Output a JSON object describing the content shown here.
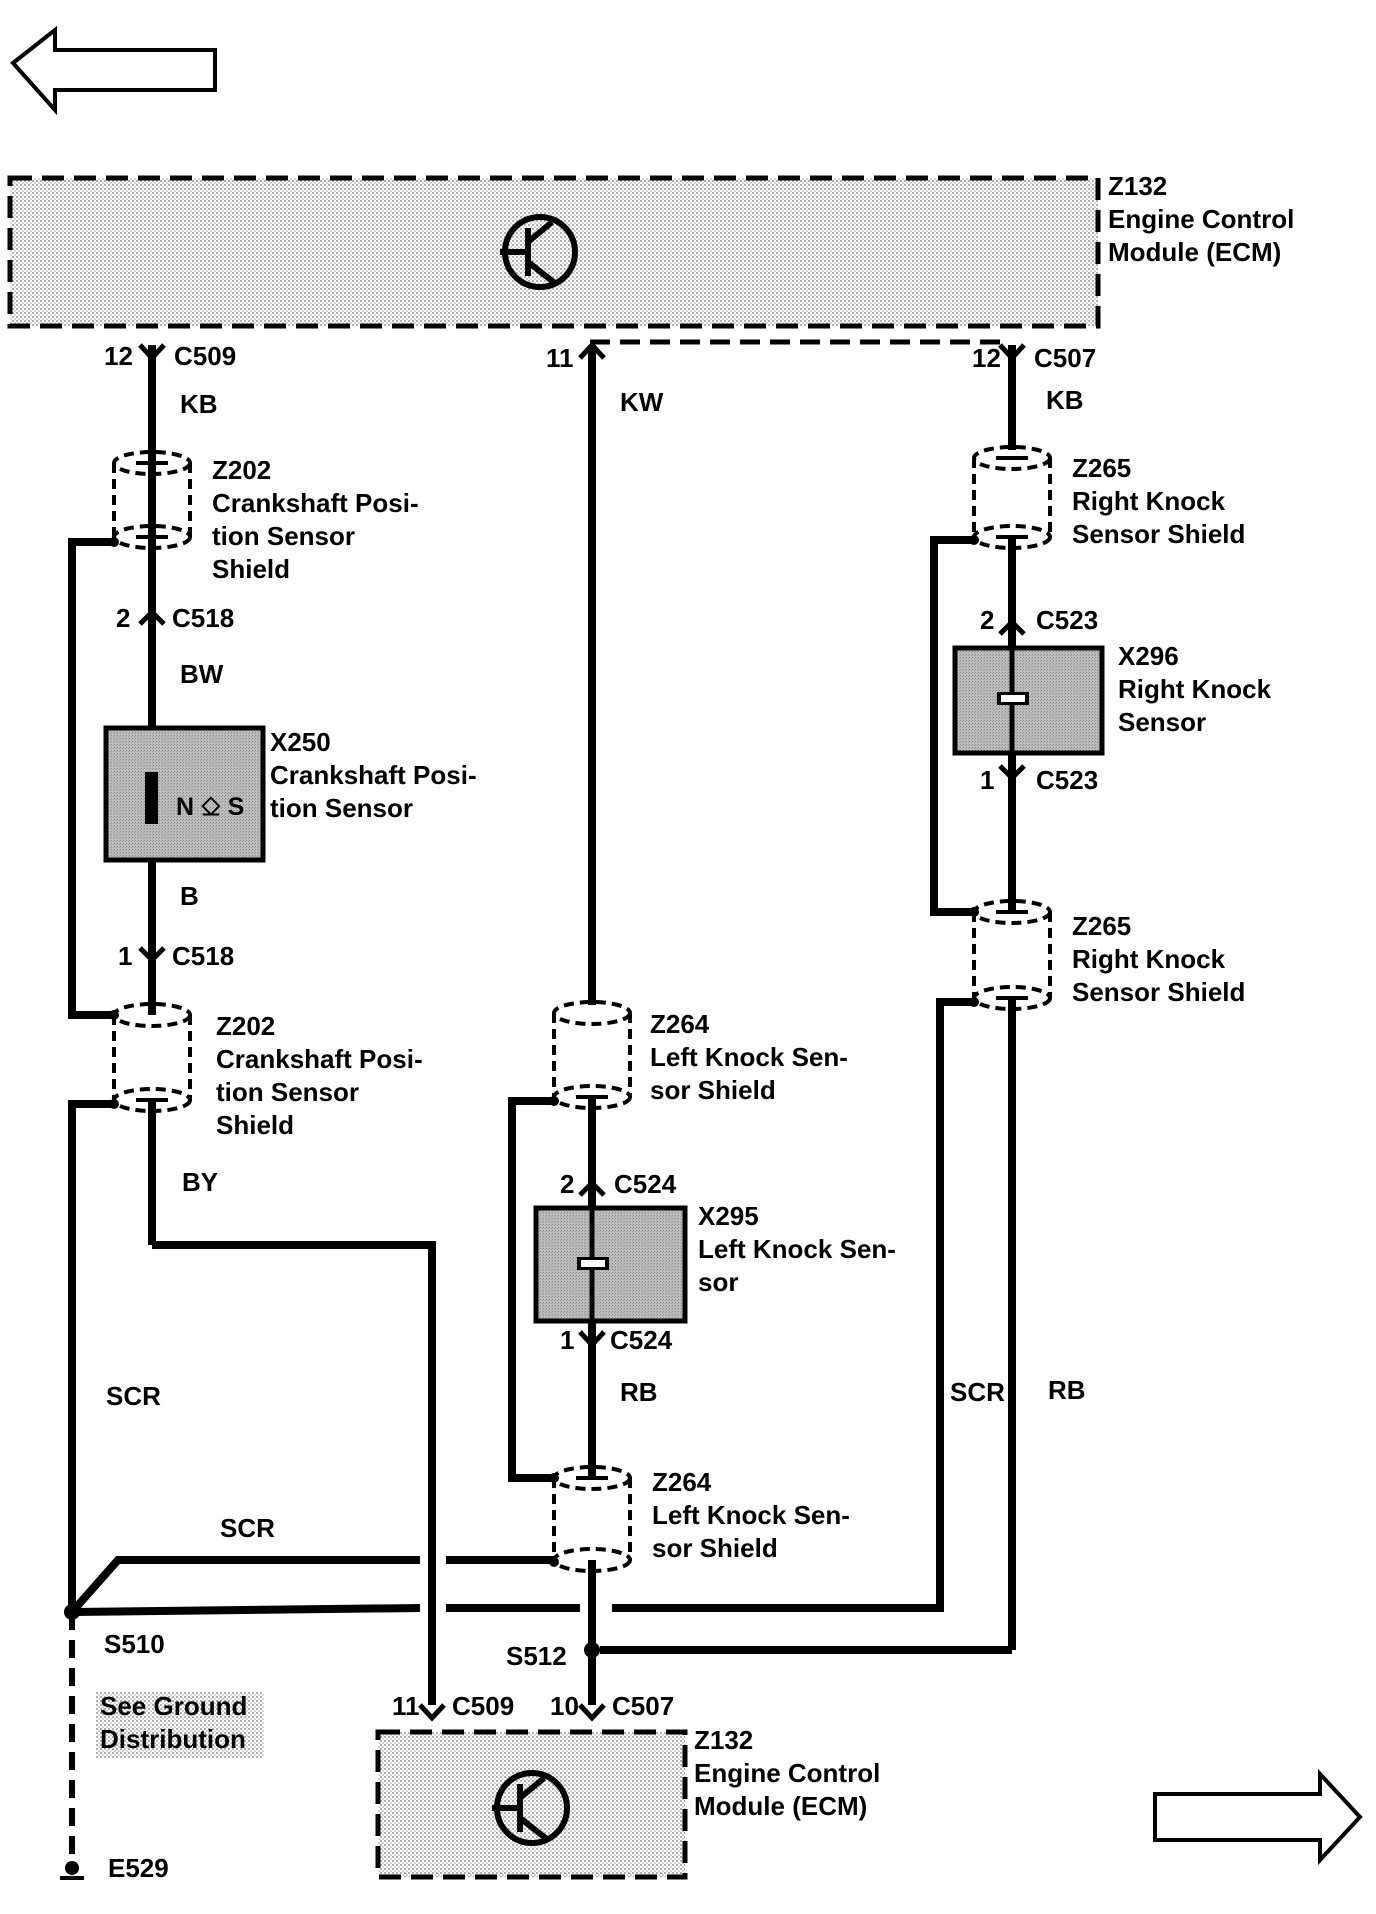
{
  "colors": {
    "line": "#000000",
    "stipple": "#c8c8c8",
    "paper": "#ffffff"
  },
  "nav": {
    "prev_icon": "arrow-left-icon",
    "next_icon": "arrow-right-icon"
  },
  "ecm_top": {
    "ref": "Z132",
    "name_line1": "Engine Control",
    "name_line2": "Module (ECM)",
    "symbol_icon": "transistor-icon"
  },
  "ecm_bottom": {
    "ref": "Z132",
    "name_line1": "Engine Control",
    "name_line2": "Module (ECM)",
    "symbol_icon": "transistor-icon"
  },
  "connectors": {
    "c509_12": {
      "pin": "12",
      "name": "C509"
    },
    "ecm_11": {
      "pin": "11"
    },
    "c507_12": {
      "pin": "12",
      "name": "C507"
    },
    "c518_2": {
      "pin": "2",
      "name": "C518"
    },
    "c518_1": {
      "pin": "1",
      "name": "C518"
    },
    "c523_2": {
      "pin": "2",
      "name": "C523"
    },
    "c523_1": {
      "pin": "1",
      "name": "C523"
    },
    "c524_2": {
      "pin": "2",
      "name": "C524"
    },
    "c524_1": {
      "pin": "1",
      "name": "C524"
    },
    "c509_11": {
      "pin": "11",
      "name": "C509"
    },
    "c507_10": {
      "pin": "10",
      "name": "C507"
    }
  },
  "wires": {
    "kb_left": "KB",
    "kw": "KW",
    "kb_right": "KB",
    "bw": "BW",
    "b": "B",
    "by": "BY",
    "scr_left": "SCR",
    "scr_mid": "SCR",
    "rb_mid": "RB",
    "scr_right": "SCR",
    "rb_right": "RB"
  },
  "shields": {
    "z202_top": {
      "ref": "Z202",
      "l1": "Crankshaft Posi-",
      "l2": "tion Sensor",
      "l3": "Shield"
    },
    "z202_bottom": {
      "ref": "Z202",
      "l1": "Crankshaft Posi-",
      "l2": "tion Sensor",
      "l3": "Shield"
    },
    "z265_top": {
      "ref": "Z265",
      "l1": "Right Knock",
      "l2": "Sensor Shield"
    },
    "z265_bottom": {
      "ref": "Z265",
      "l1": "Right Knock",
      "l2": "Sensor Shield"
    },
    "z264_top": {
      "ref": "Z264",
      "l1": "Left Knock Sen-",
      "l2": "sor Shield"
    },
    "z264_bottom": {
      "ref": "Z264",
      "l1": "Left Knock Sen-",
      "l2": "sor Shield"
    }
  },
  "sensors": {
    "x250": {
      "ref": "X250",
      "l1": "Crankshaft Posi-",
      "l2": "tion Sensor",
      "symbol": "N ⎐ S"
    },
    "x296": {
      "ref": "X296",
      "l1": "Right Knock",
      "l2": "Sensor"
    },
    "x295": {
      "ref": "X295",
      "l1": "Left Knock Sen-",
      "l2": "sor"
    }
  },
  "splices": {
    "s510": "S510",
    "s512": "S512"
  },
  "ground": {
    "note_l1": "See Ground",
    "note_l2": "Distribution",
    "ref": "E529"
  }
}
